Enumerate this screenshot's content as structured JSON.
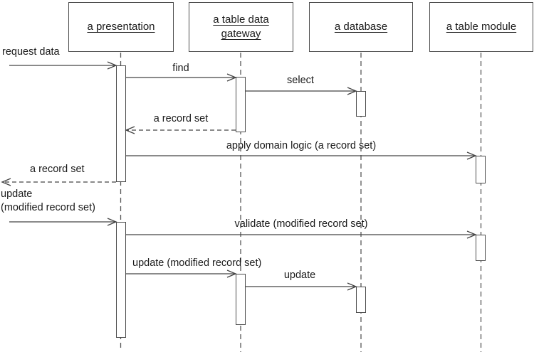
{
  "diagram": {
    "kind": "uml-sequence-diagram",
    "background": "#ffffff",
    "line_color": "#434343",
    "text_color": "#1a1a1a",
    "actors": [
      {
        "id": "presentation",
        "lines": [
          "a presentation"
        ]
      },
      {
        "id": "table-data-gateway",
        "lines": [
          "a table data",
          "gateway"
        ]
      },
      {
        "id": "database",
        "lines": [
          "a database"
        ]
      },
      {
        "id": "table-module",
        "lines": [
          "a table module"
        ]
      }
    ],
    "messages": [
      {
        "id": "request-data",
        "label": "request data",
        "from": "caller",
        "to": "presentation",
        "line": "solid"
      },
      {
        "id": "find",
        "label": "find",
        "from": "presentation",
        "to": "table-data-gateway",
        "line": "solid"
      },
      {
        "id": "select",
        "label": "select",
        "from": "table-data-gateway",
        "to": "database",
        "line": "solid"
      },
      {
        "id": "return-record-set",
        "label": "a record set",
        "from": "table-data-gateway",
        "to": "presentation",
        "line": "dashed"
      },
      {
        "id": "apply-domain-logic",
        "label": "apply domain logic (a record set)",
        "from": "presentation",
        "to": "table-module",
        "line": "solid"
      },
      {
        "id": "return-record-set-2",
        "label": "a record set",
        "from": "presentation",
        "to": "caller",
        "line": "dashed"
      },
      {
        "id": "update-request",
        "lines": [
          "update",
          "(modified record set)"
        ],
        "from": "caller",
        "to": "presentation",
        "line": "solid"
      },
      {
        "id": "validate",
        "label": "validate (modified record set)",
        "from": "presentation",
        "to": "table-module",
        "line": "solid"
      },
      {
        "id": "update-modified",
        "label": "update (modified record set)",
        "from": "presentation",
        "to": "table-data-gateway",
        "line": "solid"
      },
      {
        "id": "update-db",
        "label": "update",
        "from": "table-data-gateway",
        "to": "database",
        "line": "solid"
      }
    ]
  }
}
